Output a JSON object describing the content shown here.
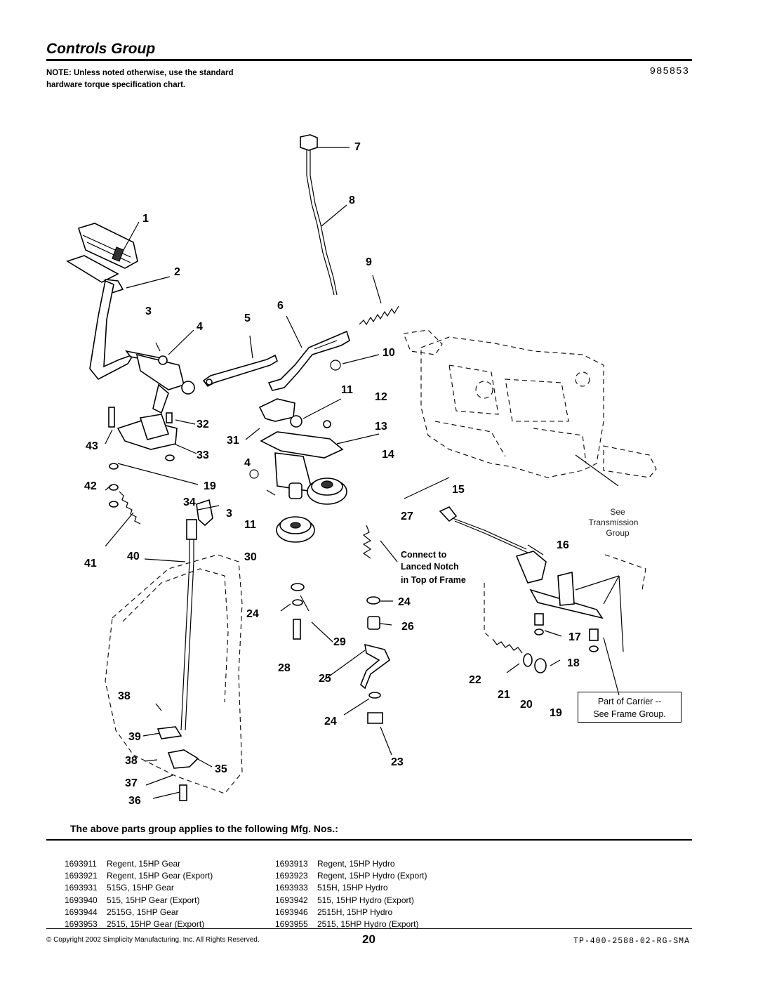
{
  "header": {
    "title": "Controls Group",
    "part_number": "985853",
    "note": "NOTE: Unless noted otherwise, use the standard hardware torque specification chart."
  },
  "diagram": {
    "callouts": [
      "1",
      "2",
      "3",
      "4",
      "5",
      "6",
      "7",
      "8",
      "9",
      "10",
      "11",
      "12",
      "13",
      "14",
      "15",
      "16",
      "17",
      "18",
      "19",
      "20",
      "21",
      "22",
      "23",
      "24",
      "25",
      "26",
      "27",
      "28",
      "29",
      "30",
      "31",
      "32",
      "33",
      "34",
      "35",
      "36",
      "37",
      "38",
      "39",
      "40",
      "41",
      "42",
      "43"
    ],
    "see_transmission": [
      "See",
      "Transmission",
      "Group"
    ],
    "connect_note": [
      "Connect to",
      "Lanced Notch",
      "in Top of Frame"
    ],
    "carrier_note": [
      "Part of Carrier --",
      "See Frame Group."
    ]
  },
  "applies": {
    "heading": "The above parts group applies to the following Mfg. Nos.:",
    "left": [
      {
        "num": "1693911",
        "desc": "Regent, 15HP Gear"
      },
      {
        "num": "1693921",
        "desc": "Regent, 15HP Gear (Export)"
      },
      {
        "num": "1693931",
        "desc": "515G, 15HP Gear"
      },
      {
        "num": "1693940",
        "desc": "515, 15HP Gear (Export)"
      },
      {
        "num": "1693944",
        "desc": "2515G, 15HP Gear"
      },
      {
        "num": "1693953",
        "desc": "2515, 15HP Gear (Export)"
      }
    ],
    "right": [
      {
        "num": "1693913",
        "desc": "Regent, 15HP Hydro"
      },
      {
        "num": "1693923",
        "desc": "Regent, 15HP Hydro (Export)"
      },
      {
        "num": "1693933",
        "desc": "515H, 15HP Hydro"
      },
      {
        "num": "1693942",
        "desc": "515, 15HP Hydro (Export)"
      },
      {
        "num": "1693946",
        "desc": "2515H, 15HP Hydro"
      },
      {
        "num": "1693955",
        "desc": "2515, 15HP Hydro (Export)"
      }
    ]
  },
  "footer": {
    "copyright": "© Copyright 2002 Simplicity Manufacturing, Inc. All Rights Reserved.",
    "page": "20",
    "doc_id": "TP-400-2588-02-RG-SMA"
  }
}
